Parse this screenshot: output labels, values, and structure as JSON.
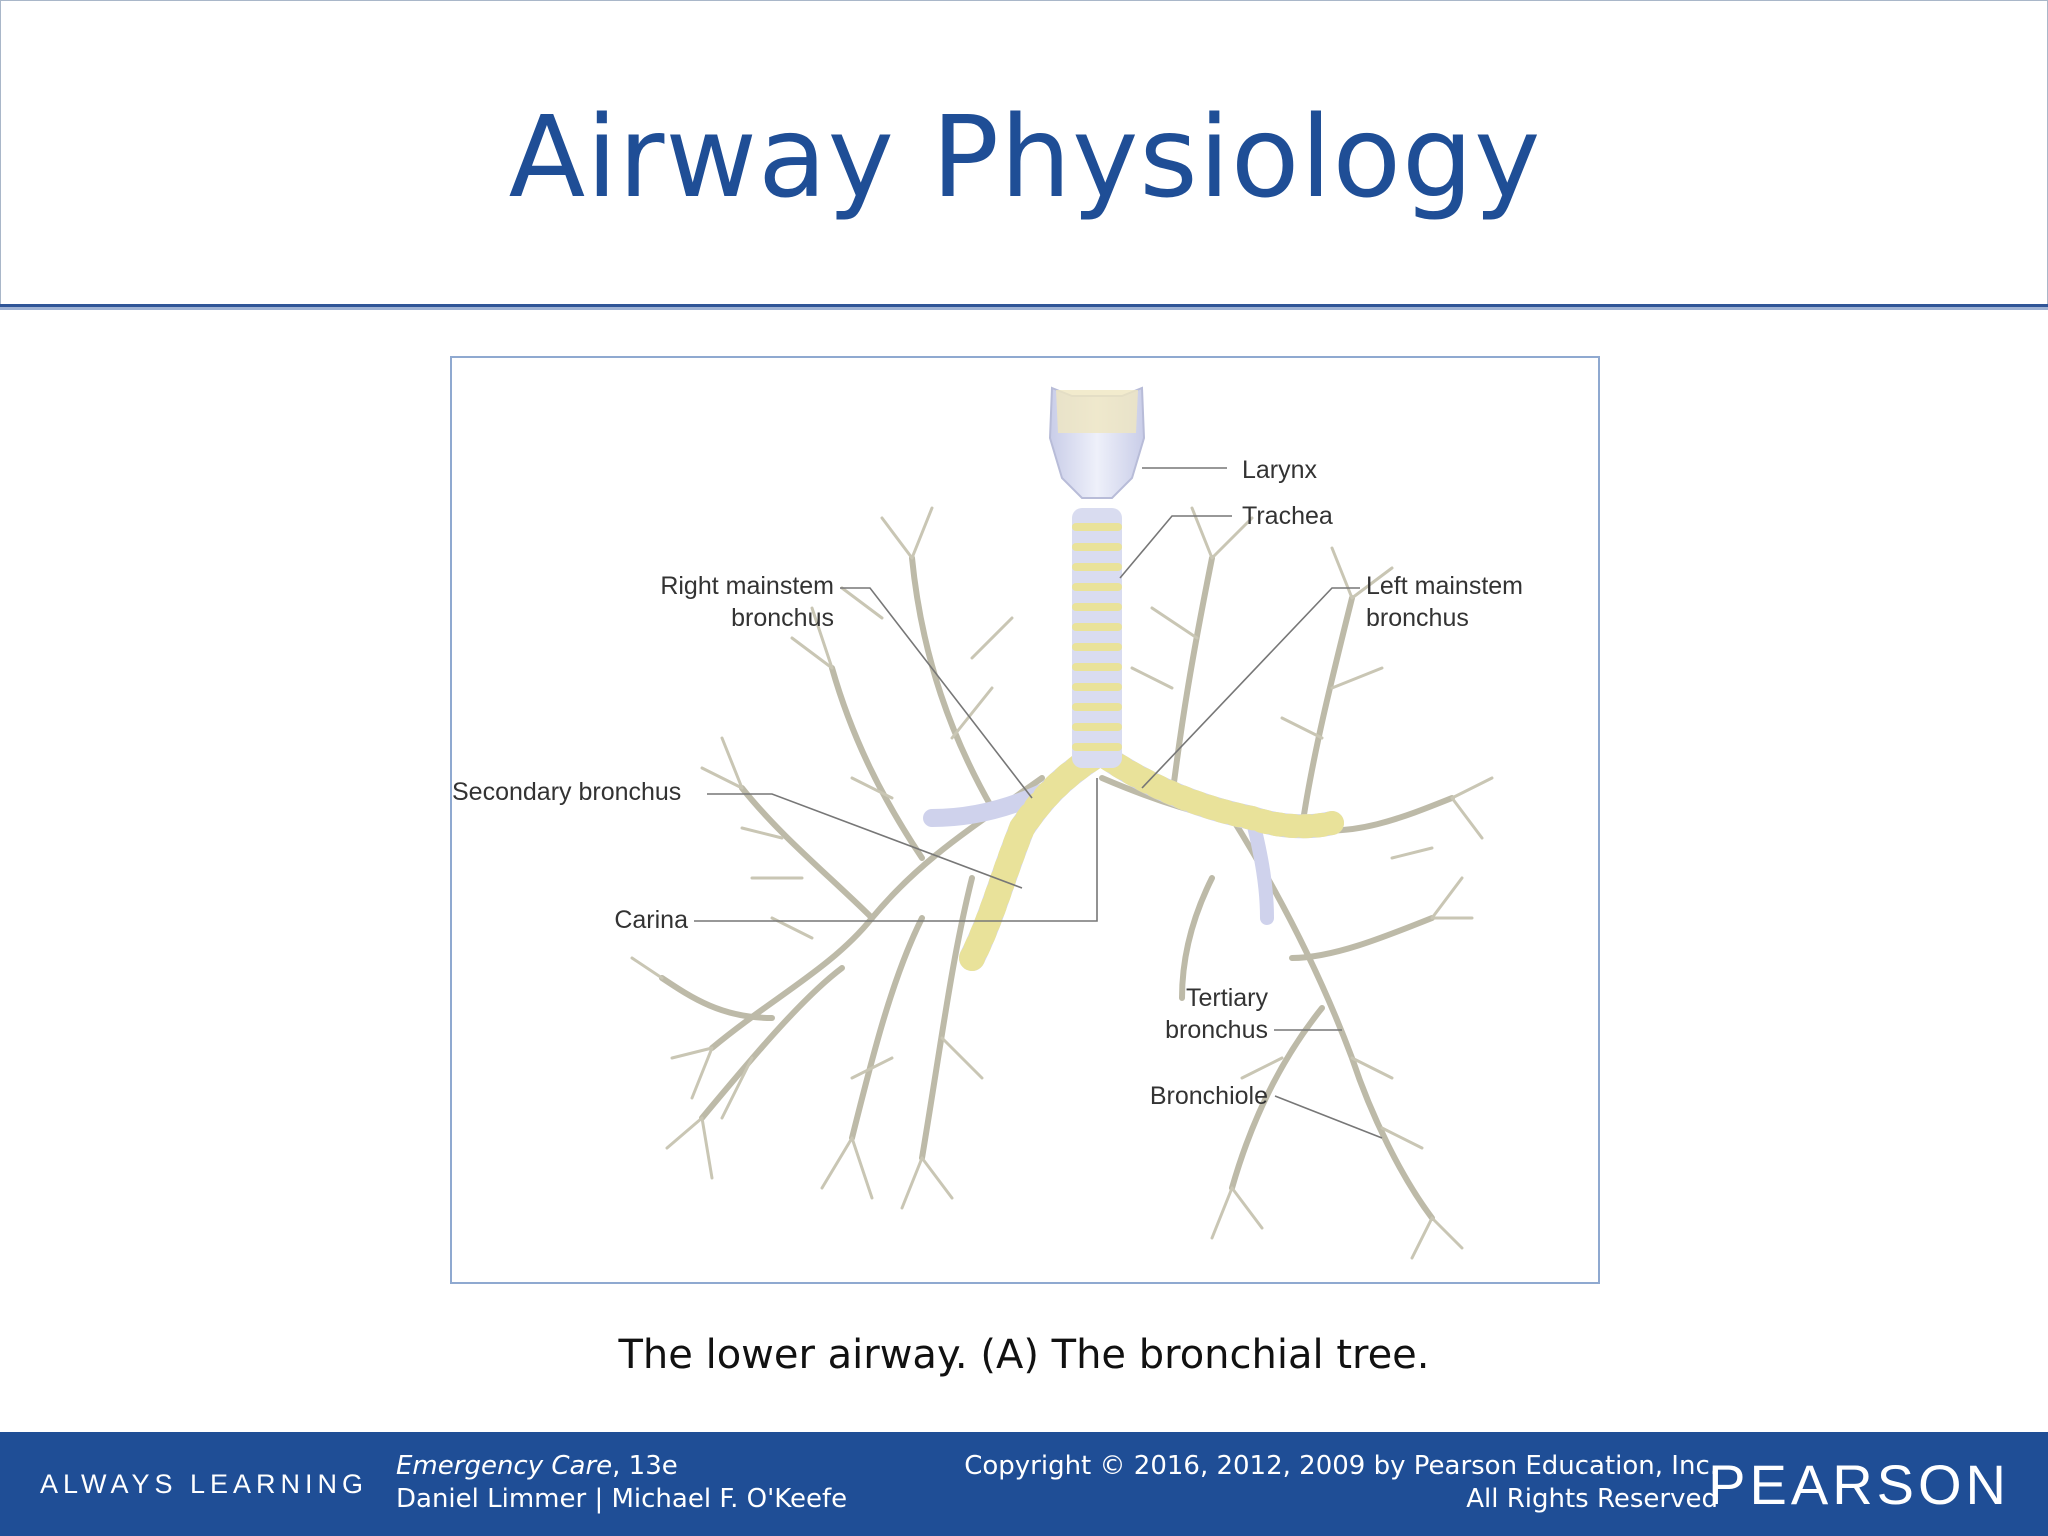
{
  "slide": {
    "title": "Airway Physiology",
    "caption": "The lower airway. (A) The bronchial tree."
  },
  "figure": {
    "labels": {
      "larynx": "Larynx",
      "trachea": "Trachea",
      "right_mainstem_1": "Right mainstem",
      "right_mainstem_2": "bronchus",
      "left_mainstem_1": "Left mainstem",
      "left_mainstem_2": "bronchus",
      "secondary": "Secondary bronchus",
      "carina": "Carina",
      "tertiary_1": "Tertiary",
      "tertiary_2": "bronchus",
      "bronchiole": "Bronchiole"
    }
  },
  "footer": {
    "tagline": "ALWAYS LEARNING",
    "book_title": "Emergency Care",
    "book_edition": ", 13e",
    "authors": "Daniel Limmer | Michael F. O'Keefe",
    "copyright": "Copyright © 2016, 2012, 2009 by Pearson Education, Inc.",
    "rights": "All Rights Reserved",
    "publisher": "PEARSON"
  },
  "colors": {
    "title_blue": "#1f4e96",
    "footer_bg": "#1f4e96",
    "cartilage_yellow": "#e9e29a",
    "airway_lavender": "#d9dcf0"
  }
}
